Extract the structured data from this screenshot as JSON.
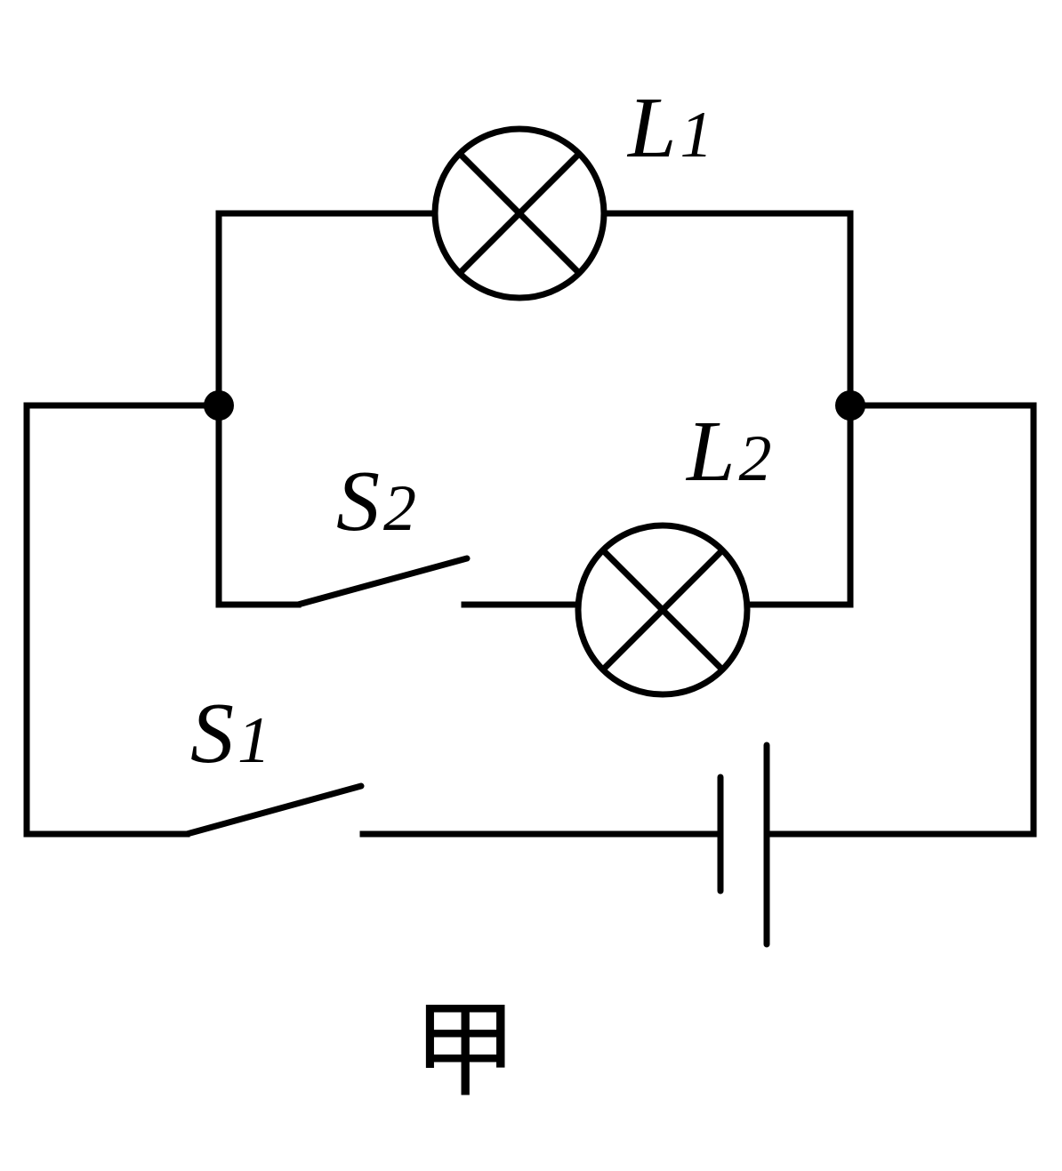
{
  "diagram": {
    "caption": "甲",
    "lamps": [
      {
        "id": "L1",
        "letter": "L",
        "subscript": "1"
      },
      {
        "id": "L2",
        "letter": "L",
        "subscript": "2"
      }
    ],
    "switches": [
      {
        "id": "S1",
        "letter": "S",
        "subscript": "1"
      },
      {
        "id": "S2",
        "letter": "S",
        "subscript": "2"
      }
    ],
    "battery": {
      "cells": 1
    },
    "junctions": 2,
    "colors": {
      "wire": "#000000",
      "background": "#ffffff"
    }
  }
}
